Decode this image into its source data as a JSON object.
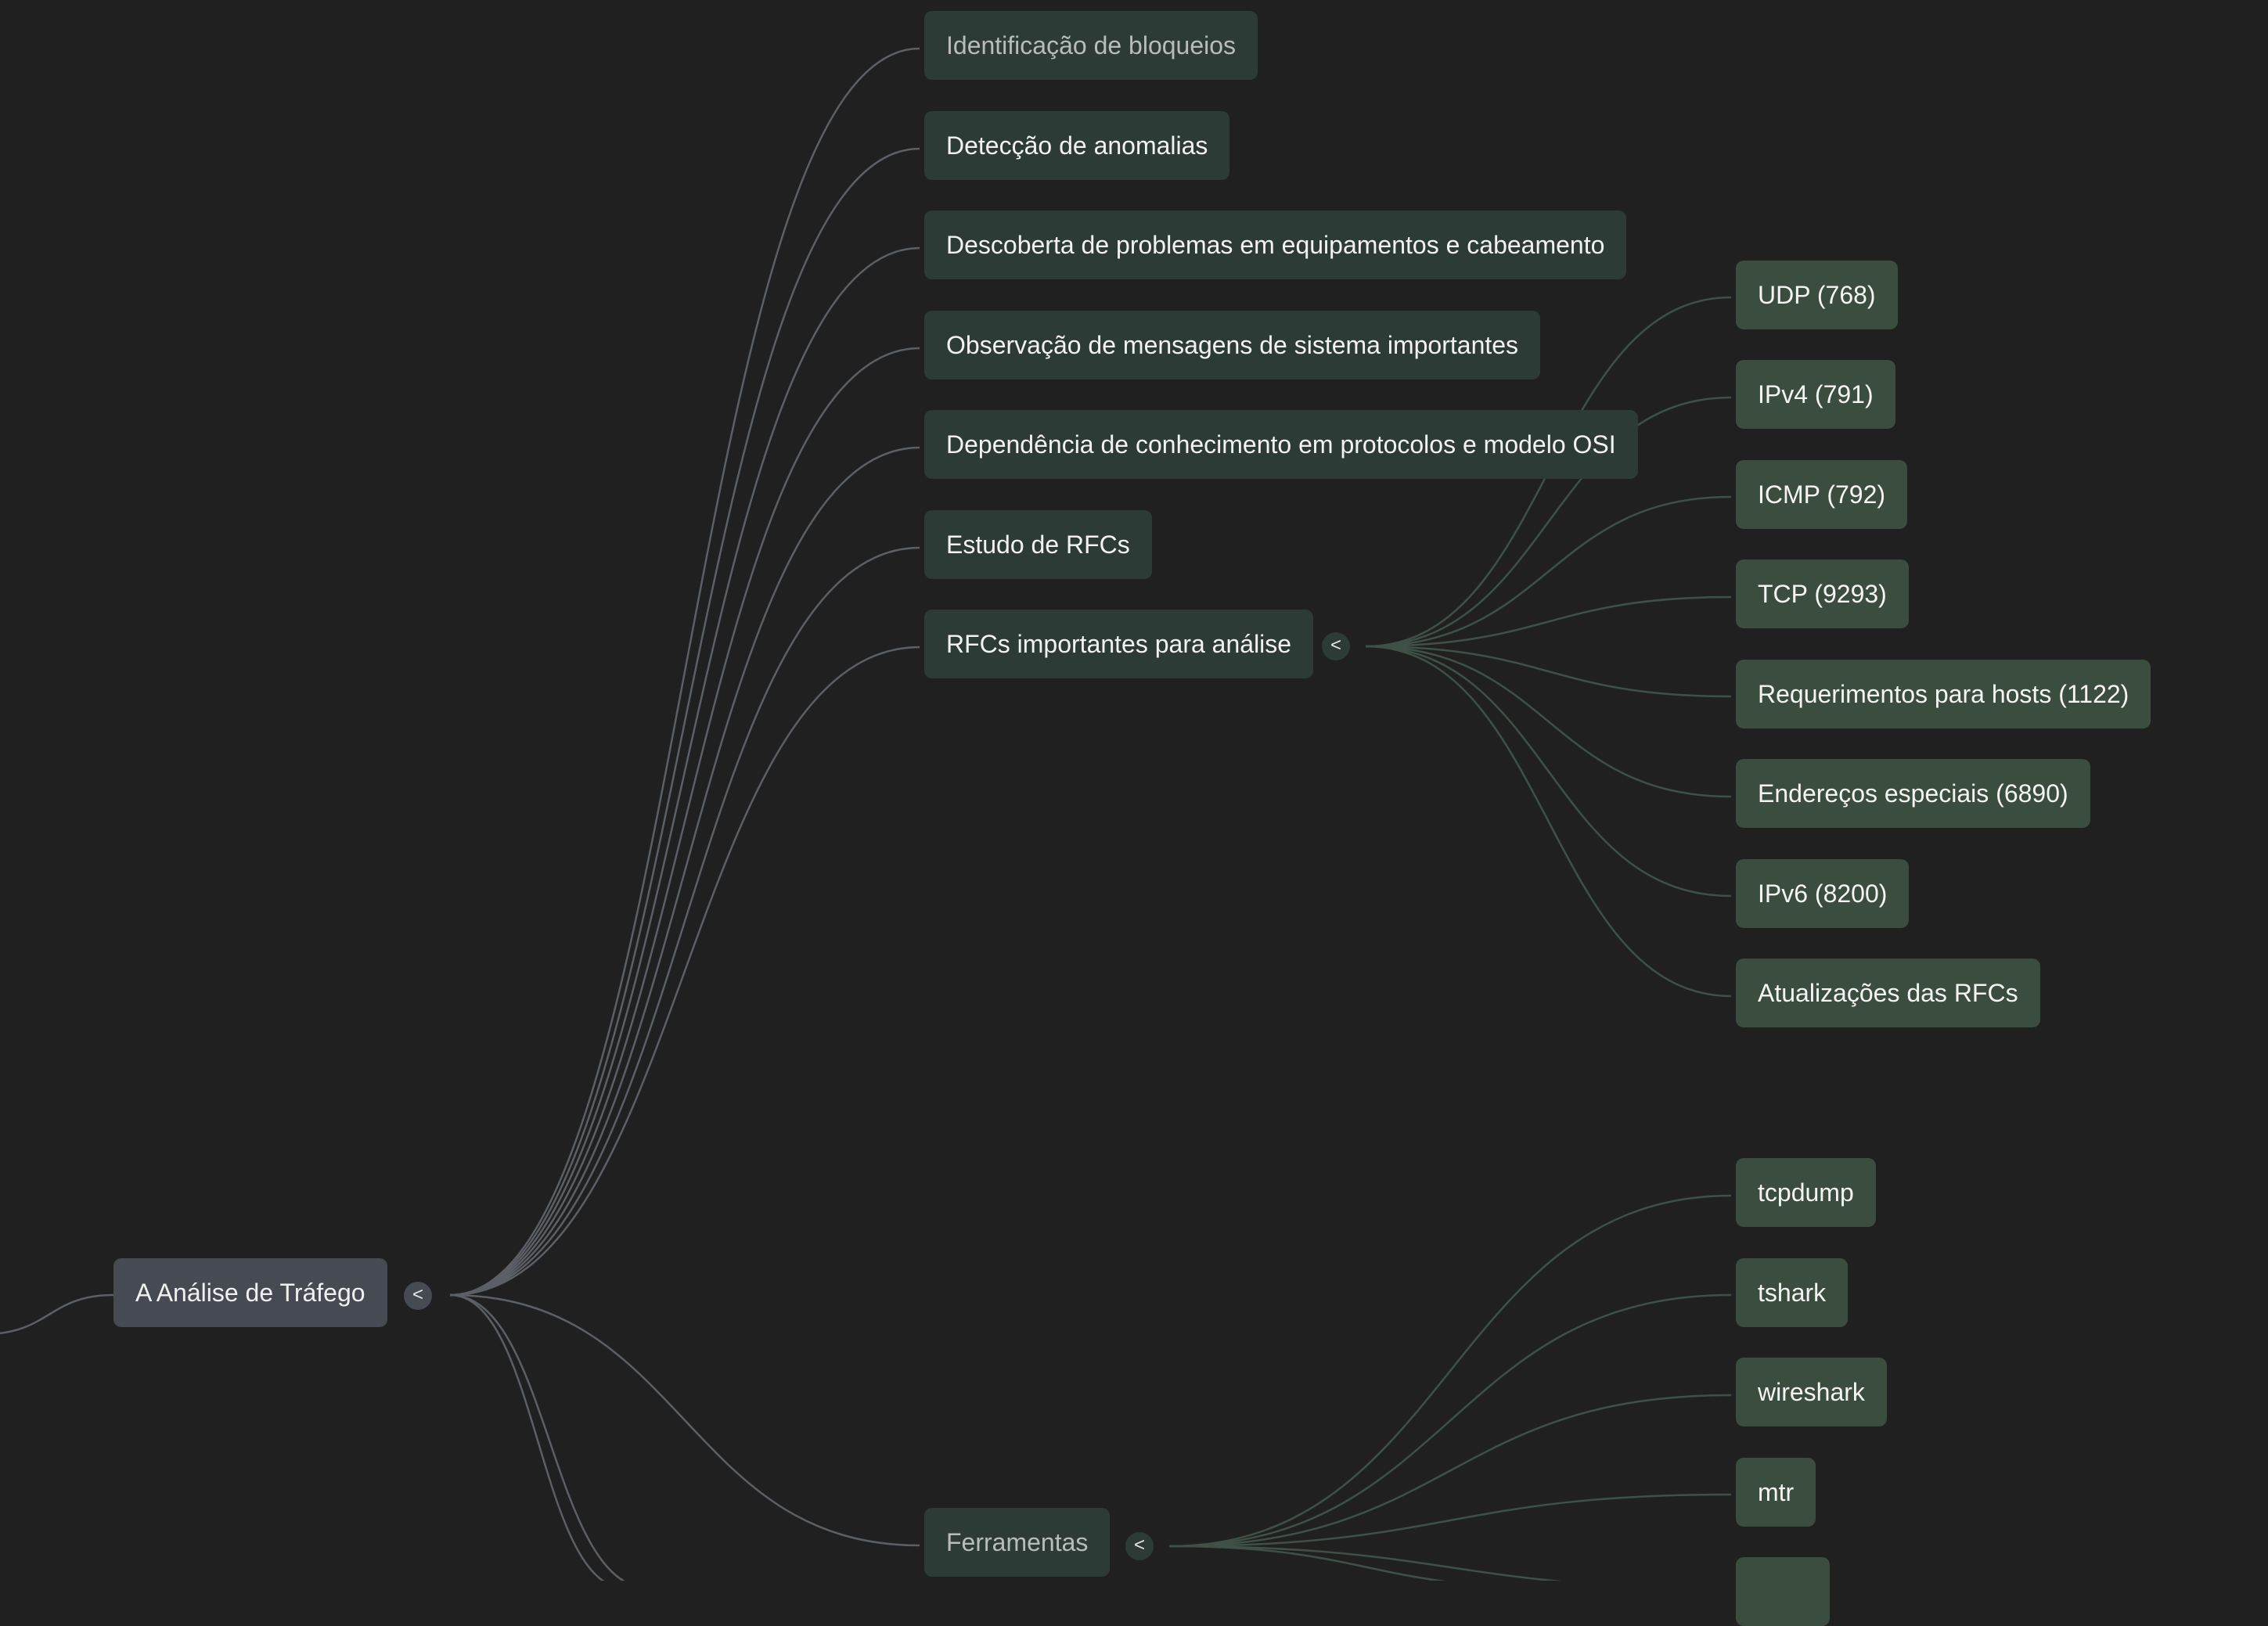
{
  "mindmap": {
    "root": {
      "label": "A Análise de Tráfego",
      "toggle": "<"
    },
    "branches": [
      {
        "label": "Identificação de bloqueios"
      },
      {
        "label": "Detecção de anomalias"
      },
      {
        "label": "Descoberta de problemas em equipamentos e cabeamento"
      },
      {
        "label": "Observação de mensagens de sistema importantes"
      },
      {
        "label": "Dependência de conhecimento em protocolos e modelo OSI"
      },
      {
        "label": "Estudo de RFCs"
      },
      {
        "label": "RFCs importantes para análise",
        "toggle": "<",
        "children": [
          {
            "label": "UDP (768)"
          },
          {
            "label": "IPv4 (791)"
          },
          {
            "label": "ICMP (792)"
          },
          {
            "label": "TCP (9293)"
          },
          {
            "label": "Requerimentos para hosts (1122)"
          },
          {
            "label": "Endereços especiais (6890)"
          },
          {
            "label": "IPv6 (8200)"
          },
          {
            "label": "Atualizações das RFCs"
          }
        ]
      },
      {
        "label": "Ferramentas",
        "toggle": "<",
        "children": [
          {
            "label": "tcpdump"
          },
          {
            "label": "tshark"
          },
          {
            "label": "wireshark"
          },
          {
            "label": "mtr"
          },
          {
            "label": ""
          }
        ]
      }
    ]
  },
  "colors": {
    "background": "#202020",
    "root_node": "#464a53",
    "branch_node": "#2d3b37",
    "leaf_node": "#3b4d3f",
    "root_link": "#5b5f66",
    "leaf_link": "#3f5147"
  }
}
